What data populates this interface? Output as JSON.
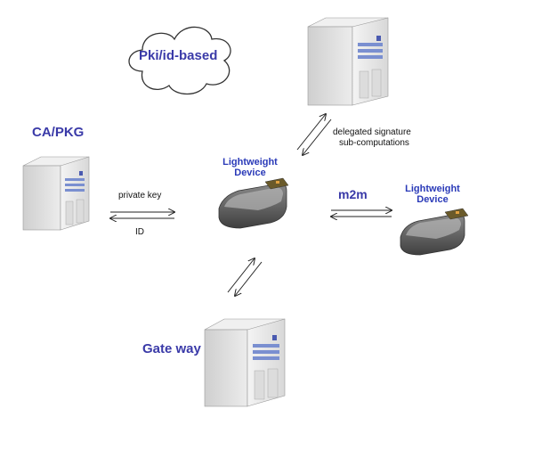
{
  "cloud": {
    "label": "Pki/id-based"
  },
  "ca_pkg": {
    "label": "CA/PKG"
  },
  "gateway": {
    "label": "Gate way"
  },
  "center_device": {
    "label_line1": "Lightweight",
    "label_line2": "Device"
  },
  "right_device": {
    "label_line1": "Lightweight",
    "label_line2": "Device"
  },
  "links": {
    "ca_to_device_top": "private key",
    "ca_to_device_bottom": "ID",
    "server_to_device_line1": "delegated signature",
    "server_to_device_line2": "sub-computations",
    "device_to_device": "m2m"
  },
  "colors": {
    "label_blue": "#3a3aa8",
    "device_blue": "#2a3ab8",
    "server_body": "#e6e6e6"
  }
}
